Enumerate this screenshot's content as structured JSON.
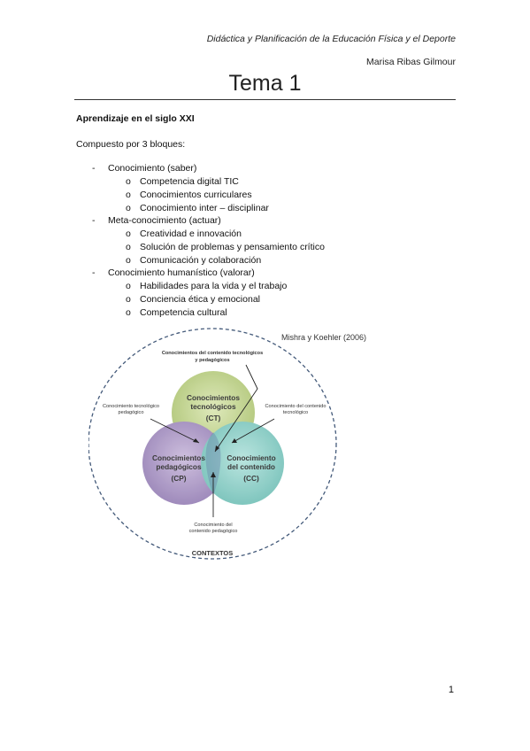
{
  "header": {
    "course": "Didáctica y Planificación de la Educación Física y el Deporte",
    "author": "Marisa Ribas Gilmour"
  },
  "title": "Tema 1",
  "section": {
    "heading": "Aprendizaje en el siglo XXI",
    "intro": "Compuesto por 3 bloques:"
  },
  "outline": {
    "dash_marker": "-",
    "sub_marker": "o",
    "blocks": [
      {
        "label": "Conocimiento (saber)",
        "items": [
          "Competencia digital TIC",
          "Conocimientos curriculares",
          "Conocimiento inter – disciplinar"
        ]
      },
      {
        "label": "Meta-conocimiento (actuar)",
        "items": [
          "Creatividad e innovación",
          "Solución de problemas y pensamiento crítico",
          "Comunicación y colaboración"
        ]
      },
      {
        "label": "Conocimiento humanístico (valorar)",
        "items": [
          "Habilidades para la vida y el trabajo",
          "Conciencia ética y emocional",
          "Competencia cultural"
        ]
      }
    ]
  },
  "diagram": {
    "citation": "Mishra y Koehler (2006)",
    "top_callout": [
      "Conocimientos del contenido tecnológicos",
      "y pedagógicos"
    ],
    "left_callout": [
      "Conocimiento tecnológico",
      "pedagógico"
    ],
    "right_callout": [
      "Conocimiento del contenido",
      "tecnológico"
    ],
    "bottom_callout": [
      "Conocimiento del",
      "contenido pedagógico"
    ],
    "contexts_label": "CONTEXTOS",
    "circles": [
      {
        "key": "ct",
        "lines": [
          "Conocimientos",
          "tecnológicos",
          "(CT)"
        ],
        "color": "#b5cc7d"
      },
      {
        "key": "cp",
        "lines": [
          "Conocimientos",
          "pedagógicos",
          "(CP)"
        ],
        "color": "#a58ec0"
      },
      {
        "key": "cc",
        "lines": [
          "Conocimiento",
          "del contenido",
          "(CC)"
        ],
        "color": "#7ec9c1"
      }
    ]
  },
  "page_number": "1"
}
